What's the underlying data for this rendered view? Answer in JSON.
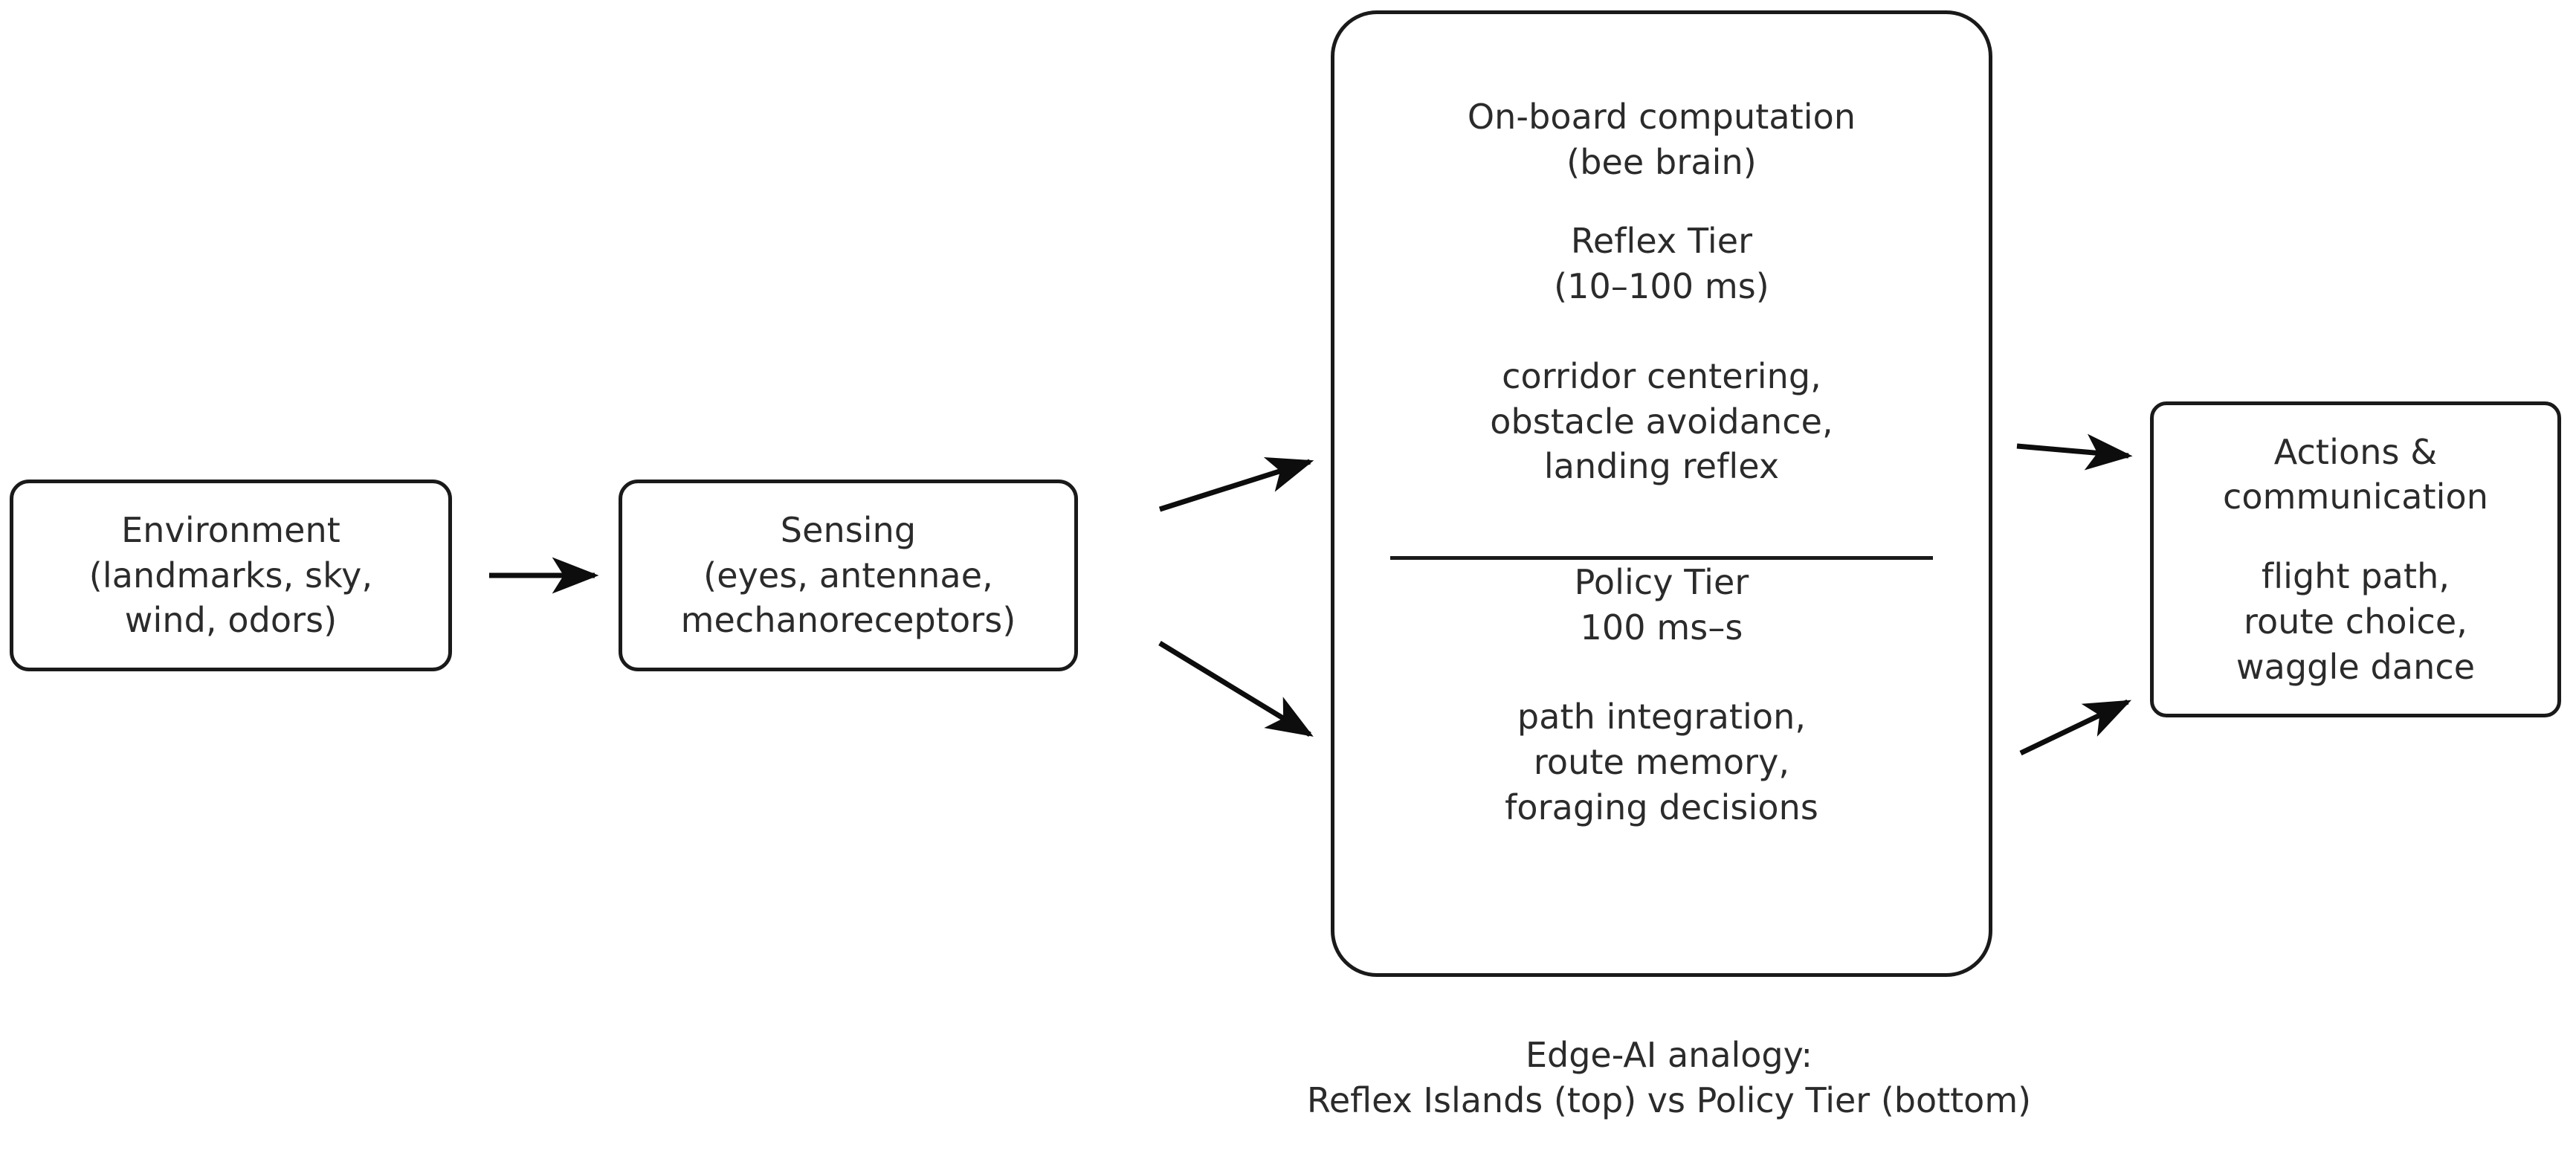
{
  "diagram": {
    "title_caption": {
      "line1": "Edge-AI analogy:",
      "line2": "Reflex Islands (top) vs Policy Tier (bottom)"
    },
    "colors": {
      "stroke": "#1a1a1a",
      "text": "#2b2b2b",
      "background": "#ffffff"
    },
    "nodes": {
      "environment": {
        "line1": "Environment",
        "line2": "(landmarks, sky,",
        "line3": "wind, odors)"
      },
      "sensing": {
        "line1": "Sensing",
        "line2": "(eyes, antennae,",
        "line3": "mechanoreceptors)"
      },
      "brain": {
        "header_line1": "On-board computation",
        "header_line2": "(bee brain)",
        "reflex_title": "Reflex Tier",
        "reflex_latency": "(10–100 ms)",
        "reflex_items_line1": "corridor centering,",
        "reflex_items_line2": "obstacle avoidance,",
        "reflex_items_line3": "landing reflex",
        "policy_title": "Policy Tier",
        "policy_latency": "100 ms–s",
        "policy_items_line1": "path integration,",
        "policy_items_line2": "route memory,",
        "policy_items_line3": "foraging decisions"
      },
      "actions": {
        "line1": "Actions &",
        "line2": "communication",
        "line3": "flight path,",
        "line4": "route choice,",
        "line5": "waggle dance"
      }
    },
    "edges": [
      {
        "name": "environment-to-sensing",
        "from": "environment",
        "to": "sensing",
        "style": "straight-arrow"
      },
      {
        "name": "sensing-to-reflex-tier",
        "from": "sensing",
        "to": "brain-reflex",
        "style": "arrow-up-right"
      },
      {
        "name": "sensing-to-policy-tier",
        "from": "sensing",
        "to": "brain-policy",
        "style": "arrow-down-right"
      },
      {
        "name": "reflex-tier-to-actions",
        "from": "brain-reflex",
        "to": "actions",
        "style": "arrow-right"
      },
      {
        "name": "policy-tier-to-actions",
        "from": "brain-policy",
        "to": "actions",
        "style": "arrow-up-right"
      }
    ]
  }
}
